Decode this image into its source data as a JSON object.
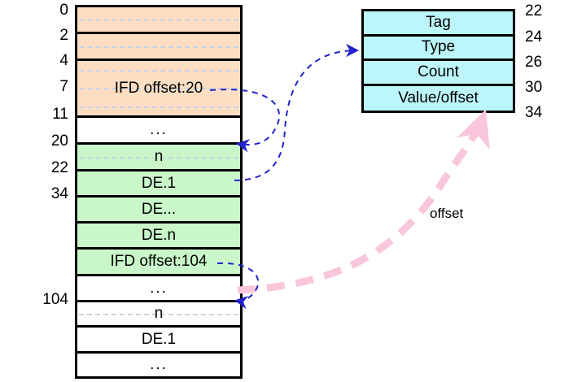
{
  "diagram": {
    "title": "TIFF file structure with IFD entry detail",
    "colors": {
      "header_block": "#FCDFC2",
      "ifd_block": "#C9F7C9",
      "entry_block": "#BCF6FA",
      "blue_arrow": "#2222CC",
      "pink_arrow": "#F9C6DB",
      "outline": "#000000",
      "subdivider": "#C9D4E4"
    }
  },
  "file_structure": {
    "name": "tiff-file-layout",
    "rows": [
      {
        "label": "",
        "fill": "header_block",
        "start": 0,
        "end": 2,
        "sublines": 1
      },
      {
        "label": "",
        "fill": "header_block",
        "start": 2,
        "end": 4,
        "sublines": 1
      },
      {
        "label": "IFD offset:20",
        "fill": "header_block",
        "start": 4,
        "end": 11,
        "sublines": 3
      },
      {
        "label": "...",
        "fill": "plain",
        "start": 11,
        "end": 20,
        "sublines": 0
      },
      {
        "label": "n",
        "fill": "ifd_block",
        "start": 20,
        "end": 22,
        "sublines": 1
      },
      {
        "label": "DE.1",
        "fill": "ifd_block",
        "start": 22,
        "end": 34,
        "sublines": 0
      },
      {
        "label": "DE...",
        "fill": "ifd_block",
        "start": null,
        "end": null,
        "sublines": 0
      },
      {
        "label": "DE.n",
        "fill": "ifd_block",
        "start": null,
        "end": null,
        "sublines": 0
      },
      {
        "label": "IFD offset:104",
        "fill": "ifd_block",
        "start": null,
        "end": null,
        "sublines": 0
      },
      {
        "label": "...",
        "fill": "plain",
        "start": null,
        "end": 104,
        "sublines": 0
      },
      {
        "label": "n",
        "fill": "plain",
        "start": 104,
        "end": null,
        "sublines": 1
      },
      {
        "label": "DE.1",
        "fill": "plain",
        "start": null,
        "end": null,
        "sublines": 0
      },
      {
        "label": "...",
        "fill": "plain",
        "start": null,
        "end": null,
        "sublines": 0
      }
    ],
    "offset_labels": [
      "0",
      "2",
      "4",
      "7",
      "11",
      "20",
      "22",
      "34",
      "104"
    ]
  },
  "ifd_entry": {
    "name": "directory-entry-detail",
    "rows": [
      {
        "label": "Tag"
      },
      {
        "label": "Type"
      },
      {
        "label": "Count"
      },
      {
        "label": "Value/offset"
      }
    ],
    "offset_labels": [
      "22",
      "24",
      "26",
      "30",
      "34"
    ]
  },
  "annotations": {
    "offset_arrow_label": "offset"
  }
}
